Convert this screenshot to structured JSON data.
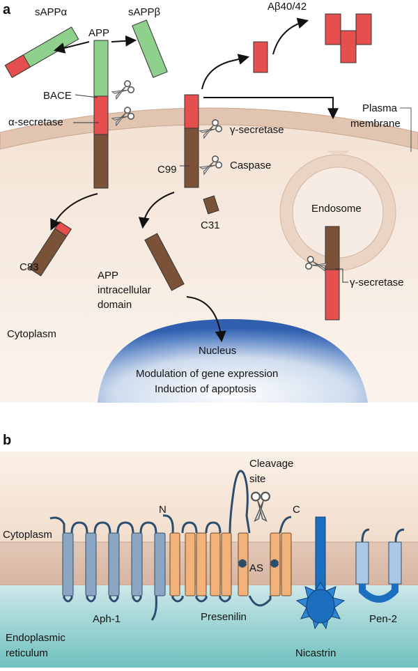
{
  "panel_a": {
    "label": "a",
    "sappa": "sAPPα",
    "sappb": "sAPPβ",
    "app": "APP",
    "abeta": "Aβ40/42",
    "bace": "BACE",
    "alpha_secretase": "α-secretase",
    "gamma_secretase_1": "γ-secretase",
    "gamma_secretase_2": "γ-secretase",
    "plasma_membrane_1": "Plasma",
    "plasma_membrane_2": "membrane",
    "caspase": "Caspase",
    "c99": "C99",
    "c31": "C31",
    "c83": "C83",
    "endosome": "Endosome",
    "aicd_1": "APP",
    "aicd_2": "intracellular",
    "aicd_3": "domain",
    "cytoplasm": "Cytoplasm",
    "nucleus": "Nucleus",
    "modulation": "Modulation of gene expression",
    "induction": "Induction of apoptosis"
  },
  "panel_b": {
    "label": "b",
    "cleavage_1": "Cleavage",
    "cleavage_2": "site",
    "n_term": "N",
    "c_term": "C",
    "cytoplasm": "Cytoplasm",
    "as": "AS",
    "aph1": "Aph-1",
    "presenilin": "Presenilin",
    "pen2": "Pen-2",
    "nicastrin": "Nicastrin",
    "er_1": "Endoplasmic",
    "er_2": "reticulum"
  },
  "colors": {
    "green": "#8fd18c",
    "red": "#e5504f",
    "brown": "#7a5238",
    "membrane": "#e1c5b0",
    "steel": "#7f9bb8",
    "orange": "#f2b27a",
    "nicastrin": "#1c6fbf",
    "pen2": "#a9c8e6"
  }
}
